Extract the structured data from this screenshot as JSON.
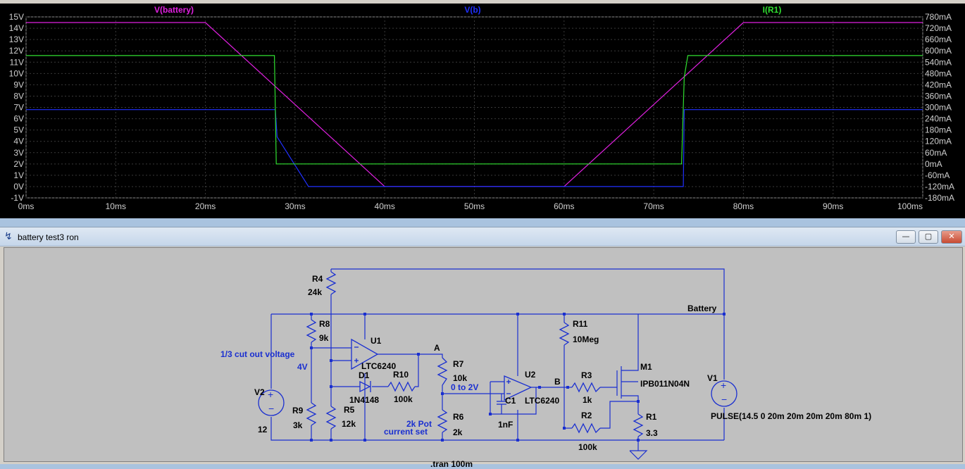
{
  "plot": {
    "traces": [
      {
        "name": "V(battery)",
        "color": "#e020e0"
      },
      {
        "name": "V(b)",
        "color": "#2030ff"
      },
      {
        "name": "I(R1)",
        "color": "#30e030"
      }
    ],
    "y_left_ticks": [
      "15V",
      "14V",
      "13V",
      "12V",
      "11V",
      "10V",
      "9V",
      "8V",
      "7V",
      "6V",
      "5V",
      "4V",
      "3V",
      "2V",
      "1V",
      "0V",
      "-1V"
    ],
    "y_right_ticks": [
      "780mA",
      "720mA",
      "660mA",
      "600mA",
      "540mA",
      "480mA",
      "420mA",
      "360mA",
      "300mA",
      "240mA",
      "180mA",
      "120mA",
      "60mA",
      "0mA",
      "-60mA",
      "-120mA",
      "-180mA"
    ],
    "x_ticks": [
      "0ms",
      "10ms",
      "20ms",
      "30ms",
      "40ms",
      "50ms",
      "60ms",
      "70ms",
      "80ms",
      "90ms",
      "100ms"
    ],
    "colors": {
      "background": "#000000",
      "grid": "#3a3a3a",
      "tick_text": "#d0d0d0"
    }
  },
  "chart_data": {
    "type": "line",
    "xlabel": "",
    "ylabel": "",
    "xlim": [
      0,
      100
    ],
    "ylim": [
      -1,
      15
    ],
    "y2lim": [
      -180,
      780
    ],
    "series": [
      {
        "name": "V(battery)",
        "axis": "left",
        "x": [
          0,
          20,
          40,
          60,
          80,
          100
        ],
        "y": [
          14.5,
          14.5,
          0,
          0,
          14.5,
          14.5
        ]
      },
      {
        "name": "V(b)",
        "axis": "left",
        "x": [
          0,
          27.8,
          28,
          31.5,
          60,
          73.3,
          73.4,
          100
        ],
        "y": [
          6.8,
          6.8,
          4.4,
          0,
          0,
          0,
          6.8,
          6.8
        ]
      },
      {
        "name": "I(R1)",
        "axis": "right",
        "x": [
          0,
          27.7,
          27.9,
          73.1,
          73.4,
          73.8,
          100
        ],
        "y": [
          575,
          575,
          0,
          0,
          460,
          575,
          575
        ]
      }
    ]
  },
  "window": {
    "title": "battery test3 ron",
    "min_label": "—",
    "max_label": "▢",
    "close_label": "✕"
  },
  "schematic": {
    "components": {
      "R4": {
        "ref": "R4",
        "value": "24k"
      },
      "R8": {
        "ref": "R8",
        "value": "9k"
      },
      "R9": {
        "ref": "R9",
        "value": "3k"
      },
      "R5": {
        "ref": "R5",
        "value": "12k"
      },
      "U1": {
        "ref": "U1",
        "value": "LTC6240"
      },
      "D1": {
        "ref": "D1",
        "value": "1N4148"
      },
      "R10": {
        "ref": "R10",
        "value": "100k"
      },
      "R7": {
        "ref": "R7",
        "value": "10k"
      },
      "R6": {
        "ref": "R6",
        "value": "2k"
      },
      "U2": {
        "ref": "U2",
        "value": "LTC6240"
      },
      "C1": {
        "ref": "C1",
        "value": "1nF"
      },
      "R11": {
        "ref": "R11",
        "value": "10Meg"
      },
      "R3": {
        "ref": "R3",
        "value": "1k"
      },
      "R2": {
        "ref": "R2",
        "value": "100k"
      },
      "M1": {
        "ref": "M1",
        "value": "IPB011N04N"
      },
      "R1": {
        "ref": "R1",
        "value": "3.3"
      },
      "V1": {
        "ref": "V1",
        "value": "PULSE(14.5 0 20m 20m 20m 20m 80m 1)"
      },
      "V2": {
        "ref": "V2",
        "value": "12"
      }
    },
    "nets": {
      "A": "A",
      "B": "B",
      "battery": "Battery"
    },
    "comments": {
      "cutout": "1/3 cut out voltage",
      "v4": "4V",
      "zero_to_2v": "0 to 2V",
      "pot": "2k Pot",
      "current_set": "current set"
    },
    "directive": ".tran 100m",
    "colors": {
      "wire": "#1a2fd0",
      "background": "#c0c0c0",
      "comment": "#1a2fd0"
    }
  }
}
